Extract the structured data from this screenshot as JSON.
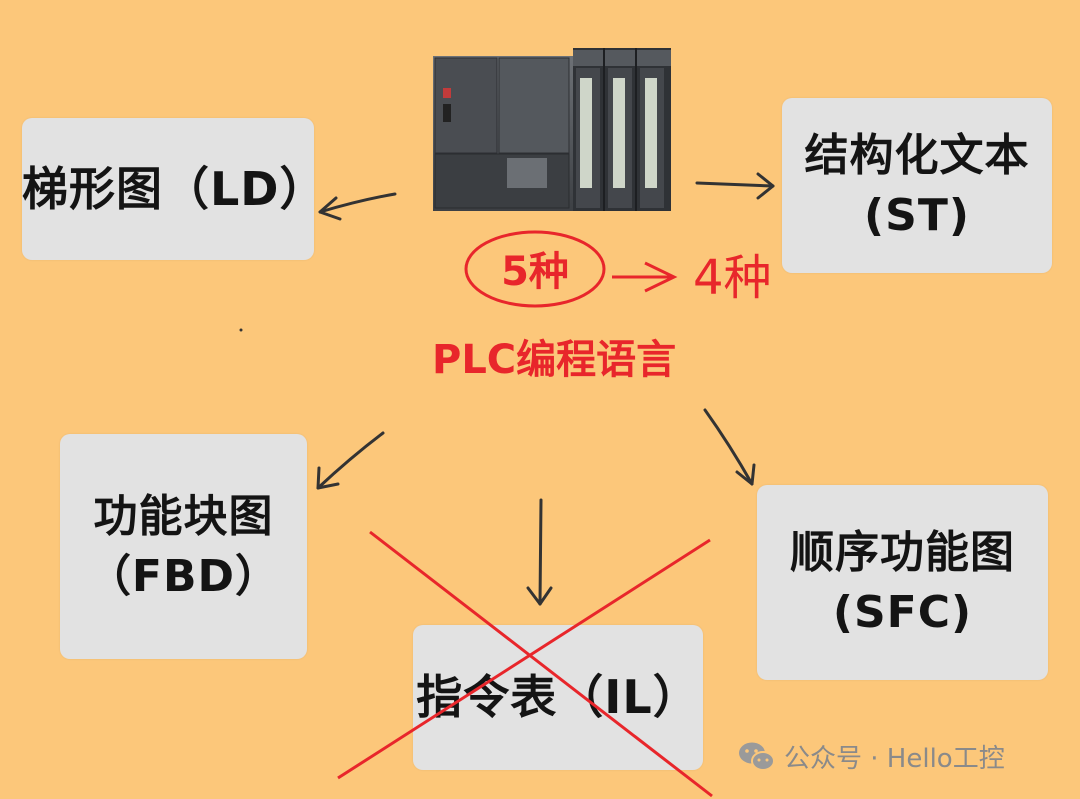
{
  "diagram": {
    "center": {
      "count_original": "5种",
      "count_new": "4种",
      "title": "PLC编程语言"
    },
    "nodes": {
      "ld": {
        "name": "梯形图（LD）"
      },
      "st": {
        "name": "结构化文本",
        "abbr": "(ST)"
      },
      "fbd": {
        "name": "功能块图",
        "abbr": "（FBD）"
      },
      "sfc": {
        "name": "顺序功能图",
        "abbr": "(SFC)"
      },
      "il": {
        "name": "指令表（IL）",
        "crossed_out": true
      }
    }
  },
  "watermark": {
    "text": "公众号 · Hello工控",
    "icon": "wechat-icon"
  },
  "colors": {
    "background": "#fcc77a",
    "box": "#e2e2e2",
    "accent_red": "#e8262b",
    "arrow": "#333333"
  }
}
